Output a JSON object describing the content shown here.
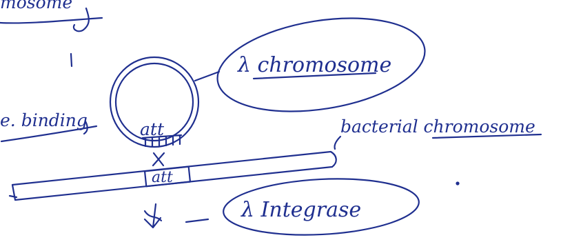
{
  "top_fragment": "mosome",
  "lambda_chromosome_label": "λ chromosome",
  "binding_fragment": "e. binding",
  "att_phage": "att",
  "att_bacterial": "att",
  "bacterial_chromosome_label": "bacterial chromosome",
  "lambda_integrase_label": "λ Integrase",
  "ink_color": "#1f2f8f"
}
